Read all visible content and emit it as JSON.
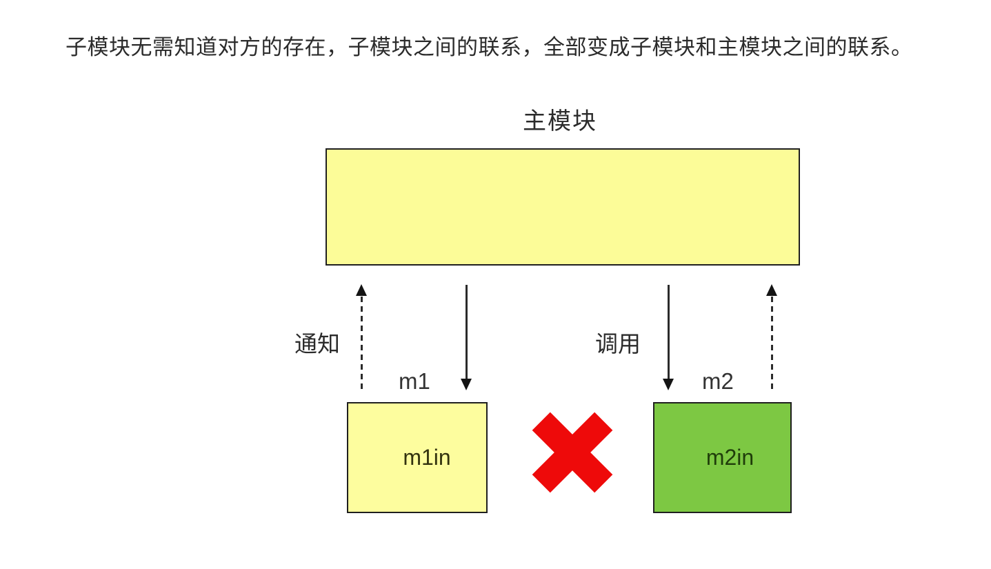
{
  "title": "子模块无需知道对方的存在，子模块之间的联系，全部变成子模块和主模块之间的联系。",
  "diagram": {
    "main_module_label": "主模块",
    "notify_label": "通知",
    "call_label": "调用",
    "m1_label": "m1",
    "m2_label": "m2",
    "m1_box_text": "m1in",
    "m2_box_text": "m2in",
    "colors": {
      "main_box_fill": "#FCFC98",
      "m1_box_fill": "#FDFD9E",
      "m2_box_fill": "#7DC843",
      "box_border": "#1F1F1F",
      "arrow_line": "#2B2B2B",
      "forbidden_x": "#EE0A0A",
      "title_text": "#2B2B2B"
    },
    "icons": {
      "forbidden_cross": "red-x-icon",
      "up_arrows": "dashed-up-arrow-icon",
      "down_arrows": "solid-down-arrow-icon"
    }
  }
}
